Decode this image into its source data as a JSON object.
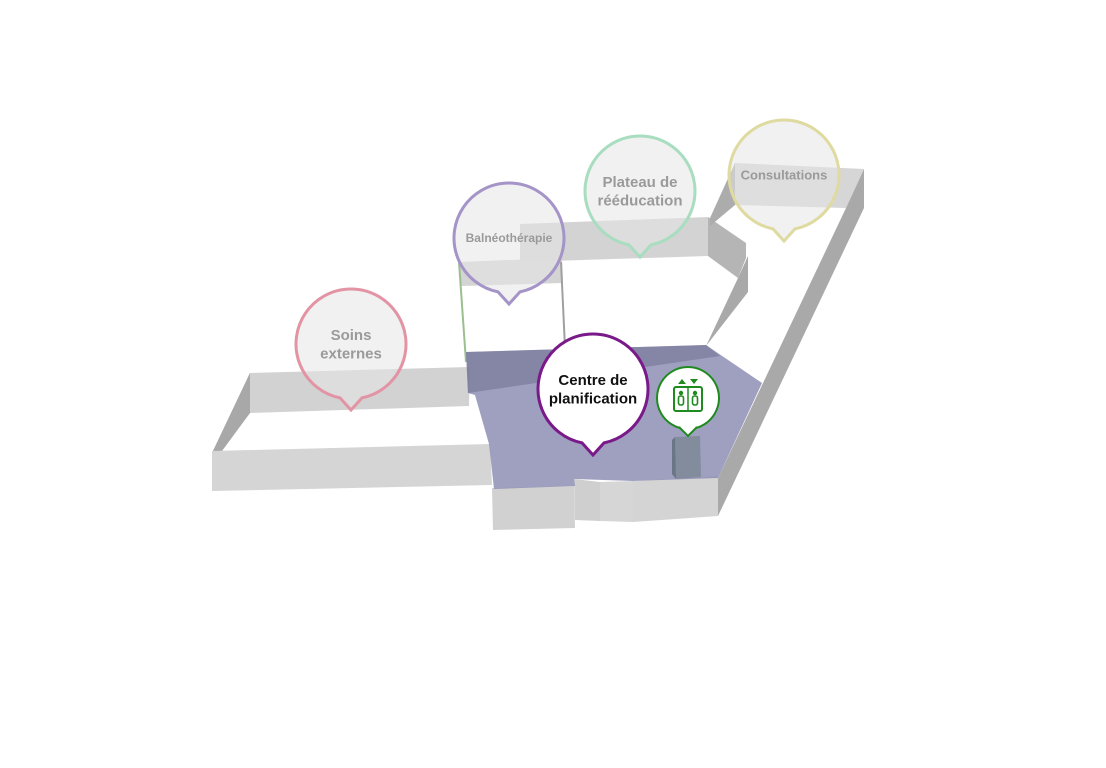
{
  "map": {
    "pins": [
      {
        "id": "soins",
        "lines": [
          "Soins",
          "externes"
        ],
        "color": "#e294a4",
        "active": false
      },
      {
        "id": "balneo",
        "lines": [
          "Balnéothérapie"
        ],
        "color": "#a594c8",
        "active": false
      },
      {
        "id": "plateau",
        "lines": [
          "Plateau de",
          "rééducation"
        ],
        "color": "#a8ddc0",
        "active": false
      },
      {
        "id": "consultations",
        "lines": [
          "Consultations"
        ],
        "color": "#dedaa0",
        "active": false
      },
      {
        "id": "centre",
        "lines": [
          "Centre de",
          "planification"
        ],
        "color": "#7a1a8a",
        "active": true
      }
    ],
    "elevator": {
      "icon": "elevator-icon",
      "color": "#1f8a1f"
    },
    "colors": {
      "wall_top": "#d2d2d2",
      "wall_side": "#a9a9a9",
      "floor_highlight": "#8e8fb5",
      "inactive_text": "#9a9a9a",
      "active_text": "#111111"
    }
  }
}
